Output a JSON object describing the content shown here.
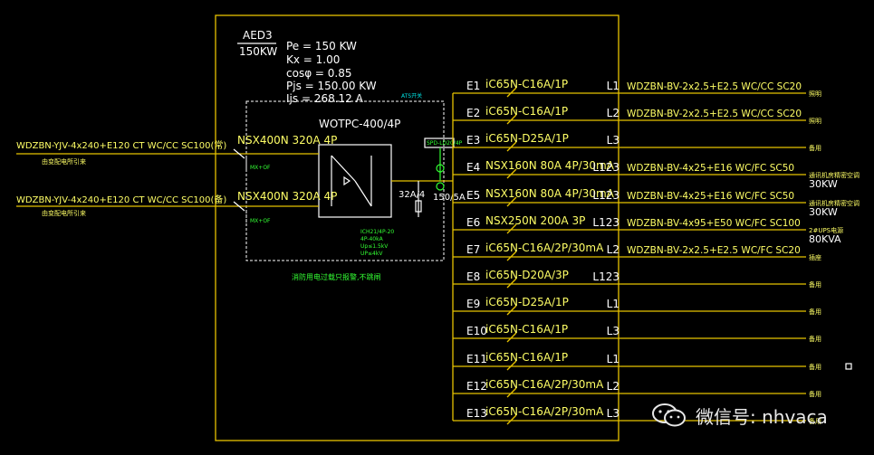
{
  "panel": {
    "name": "AED3",
    "capacity": "150KW",
    "params": [
      "Pe = 150 KW",
      "Kx = 1.00",
      "cosφ = 0.85",
      "Pjs = 150.00 KW",
      "Ijs = 268.12 A"
    ],
    "ats": "WOTPC-400/4P",
    "ats_note": "消防用电过载只报警,不跳闸",
    "ats_box_label": "ATS开关",
    "green_notes": [
      "ICH21/4P-20",
      "4P-40kA",
      "Up≤1.5kV",
      "UP≤4kV"
    ],
    "spd_box": "SPD-LD20/4P",
    "incoming_breakers": [
      "NSX400N 320A 4P",
      "NSX400N 320A 4P"
    ],
    "incoming_aux": [
      "MX+OF",
      "MX+OF"
    ],
    "fuse_label": "32A/4",
    "ct_label": "150/5A"
  },
  "incoming": [
    {
      "cable": "WDZBN-YJV-4x240+E120 CT WC/CC SC100(常)",
      "note": "由变配电所引来"
    },
    {
      "cable": "WDZBN-YJV-4x240+E120 CT WC/CC SC100(备)",
      "note": "由变配电所引来"
    }
  ],
  "circuits": [
    {
      "id": "E1",
      "breaker": "iC65N-C16A/1P",
      "phase": "L1",
      "cable": "WDZBN-BV-2x2.5+E2.5 WC/CC SC20",
      "use": "照明"
    },
    {
      "id": "E2",
      "breaker": "iC65N-C16A/1P",
      "phase": "L2",
      "cable": "WDZBN-BV-2x2.5+E2.5 WC/CC SC20",
      "use": "照明"
    },
    {
      "id": "E3",
      "breaker": "iC65N-D25A/1P",
      "phase": "L3",
      "cable": "",
      "use": "备用"
    },
    {
      "id": "E4",
      "breaker": "NSX160N 80A 4P/30mA",
      "phase": "L123",
      "cable": "WDZBN-BV-4x25+E16 WC/FC SC50",
      "use": "通讯机房精密空调",
      "load": "30KW"
    },
    {
      "id": "E5",
      "breaker": "NSX160N 80A 4P/30mA",
      "phase": "L123",
      "cable": "WDZBN-BV-4x25+E16 WC/FC SC50",
      "use": "通讯机房精密空调",
      "load": "30KW"
    },
    {
      "id": "E6",
      "breaker": "NSX250N 200A 3P",
      "phase": "L123",
      "cable": "WDZBN-BV-4x95+E50 WC/FC SC100",
      "use": "2#UPS电源",
      "load": "80KVA"
    },
    {
      "id": "E7",
      "breaker": "iC65N-C16A/2P/30mA",
      "phase": "L2",
      "cable": "WDZBN-BV-2x2.5+E2.5 WC/FC SC20",
      "use": "插座"
    },
    {
      "id": "E8",
      "breaker": "iC65N-D20A/3P",
      "phase": "L123",
      "cable": "",
      "use": "备用"
    },
    {
      "id": "E9",
      "breaker": "iC65N-D25A/1P",
      "phase": "L1",
      "cable": "",
      "use": "备用"
    },
    {
      "id": "E10",
      "breaker": "iC65N-C16A/1P",
      "phase": "L3",
      "cable": "",
      "use": "备用"
    },
    {
      "id": "E11",
      "breaker": "iC65N-C16A/1P",
      "phase": "L1",
      "cable": "",
      "use": "备用"
    },
    {
      "id": "E12",
      "breaker": "iC65N-C16A/2P/30mA",
      "phase": "L2",
      "cable": "",
      "use": "备用"
    },
    {
      "id": "E13",
      "breaker": "iC65N-C16A/2P/30mA",
      "phase": "L3",
      "cable": "",
      "use": "备用"
    }
  ],
  "watermark": {
    "text": "微信号: nhvaca",
    "icon": "wechat-icon"
  },
  "colors": {
    "background": "#000000",
    "line": "#e6c200",
    "text": "#ffffff",
    "note": "#33ff33"
  }
}
